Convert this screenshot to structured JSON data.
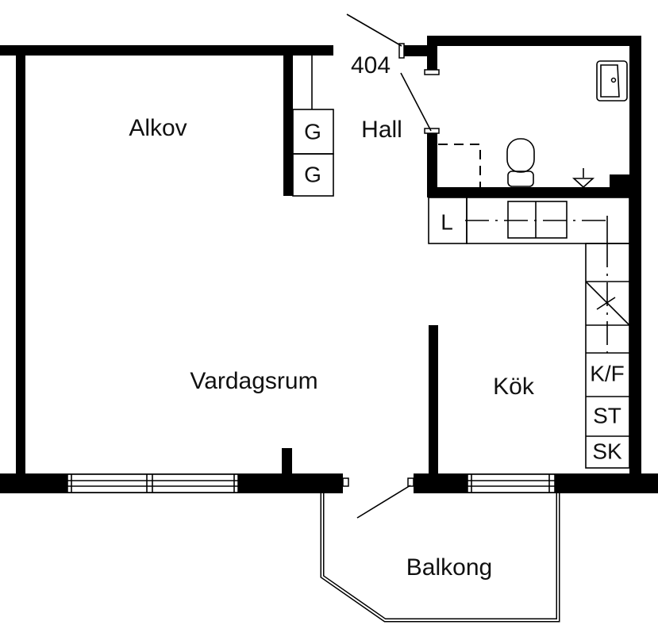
{
  "plan": {
    "unit_number": "404",
    "rooms": {
      "alkov": "Alkov",
      "hall": "Hall",
      "vardagsrum": "Vardagsrum",
      "kok": "Kök",
      "balkong": "Balkong"
    },
    "fixtures": {
      "closet_1": "G",
      "closet_2": "G",
      "linen": "L",
      "fridge_freezer": "K/F",
      "stove": "ST",
      "sink_cabinet": "SK"
    }
  }
}
